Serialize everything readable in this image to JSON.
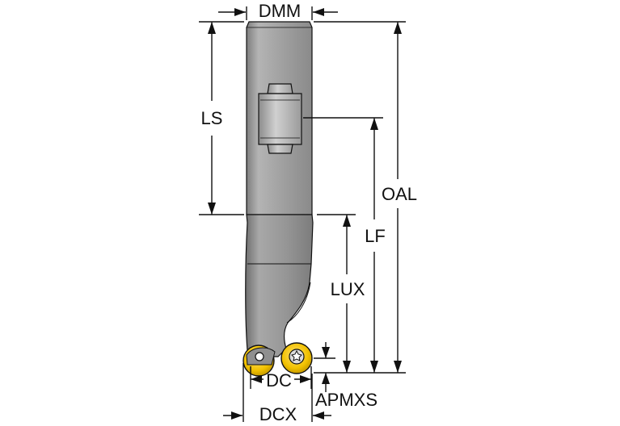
{
  "drawing": {
    "labels": {
      "dmm": "DMM",
      "ls": "LS",
      "oal": "OAL",
      "lf": "LF",
      "lux": "LUX",
      "dc": "DC",
      "dcx": "DCX",
      "apmxs": "APMXS"
    },
    "colors": {
      "background": "#ffffff",
      "line": "#111111",
      "shank": "#9b9b9b",
      "shank_highlight": "#c4c4c4",
      "insert": "#f2c200",
      "insert_dark": "#b88f00",
      "screw": "#d9d9d9"
    }
  }
}
